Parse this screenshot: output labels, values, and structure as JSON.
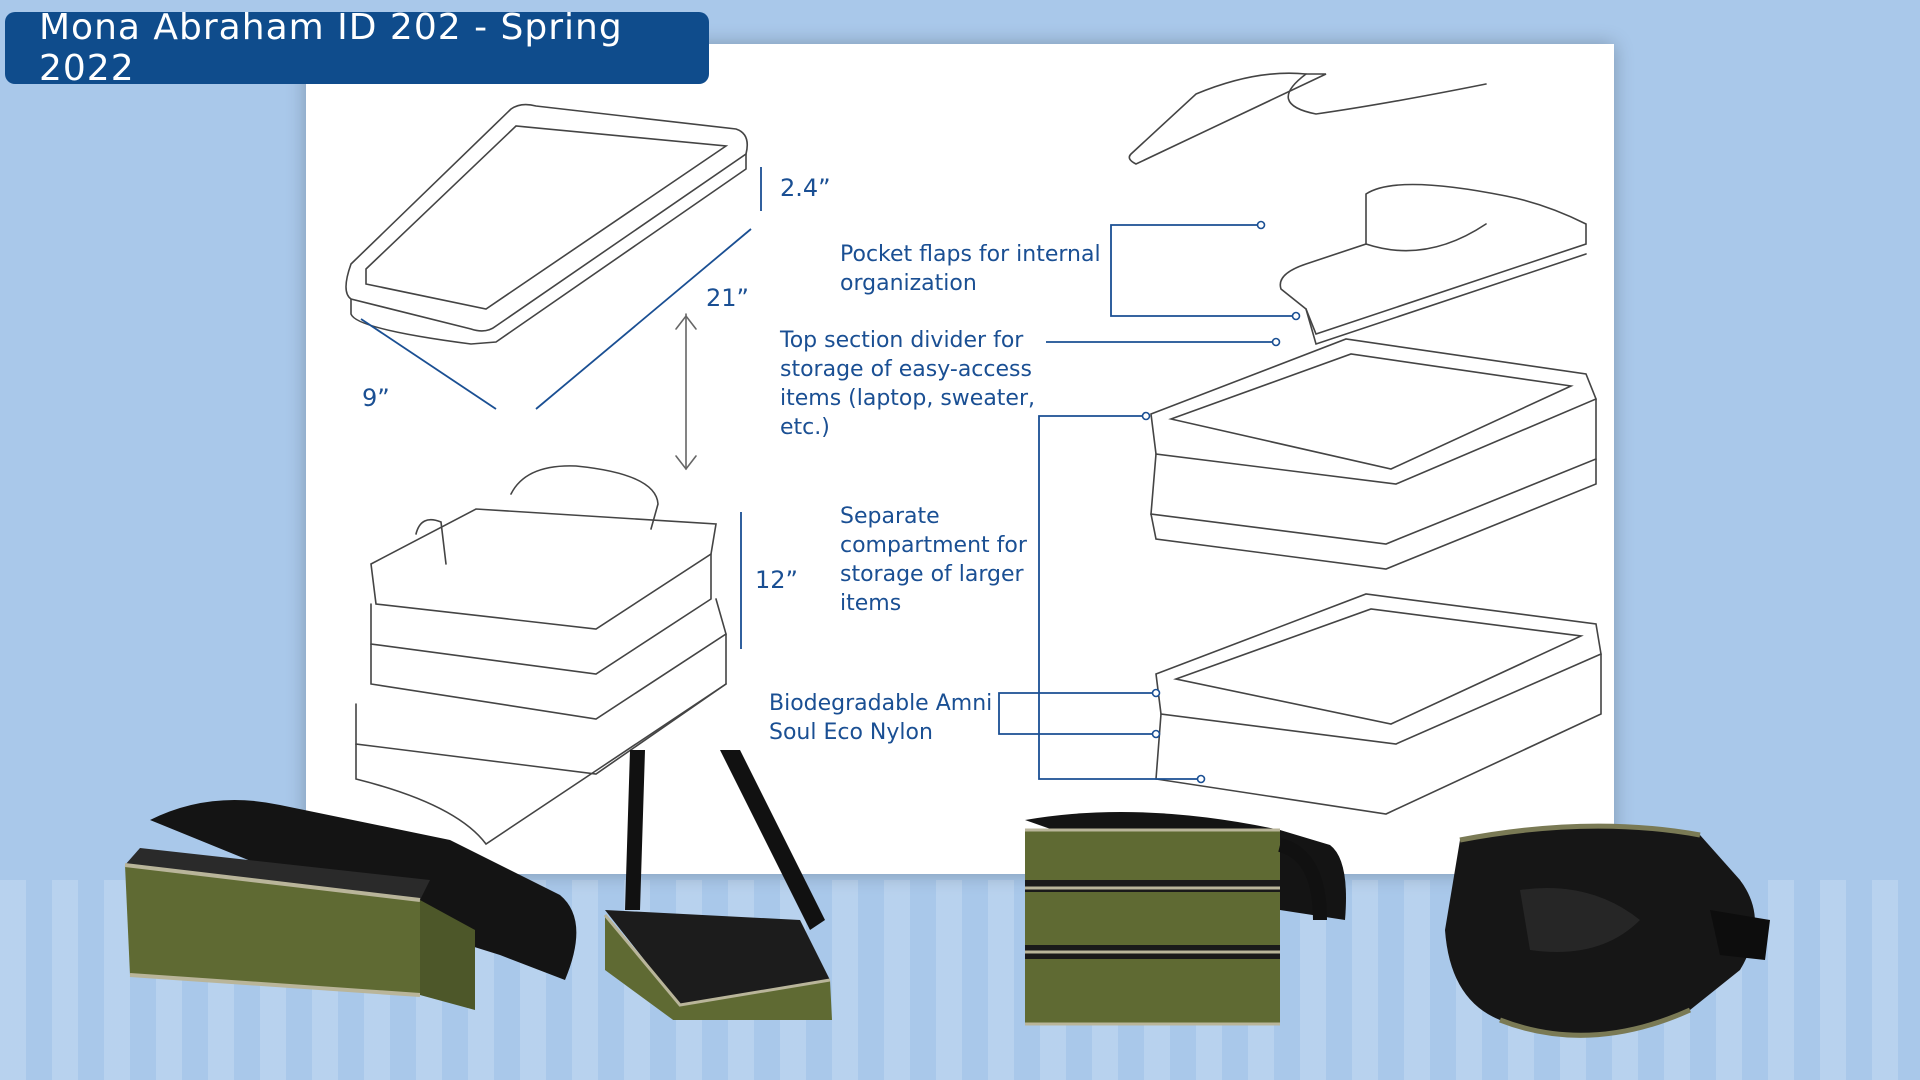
{
  "header": {
    "title": "Mona Abraham ID 202 - Spring 2022"
  },
  "dimensions": {
    "height_top": "2.4”",
    "length": "21”",
    "width": "9”",
    "height_full": "12”"
  },
  "annotations": {
    "pocket_flaps": [
      "Pocket flaps for internal",
      "organization"
    ],
    "top_divider": [
      "Top section divider for",
      "storage of easy-access",
      "items (laptop, sweater,",
      "etc.)"
    ],
    "separate_compartment": [
      "Separate",
      "compartment for",
      "storage of larger",
      "items"
    ],
    "material": [
      "Biodegradable Amni",
      "Soul Eco Nylon"
    ]
  },
  "colors": {
    "header_bg": "#0f4c8c",
    "page_bg": "#a9c8ea",
    "annotation": "#1a4f93",
    "fabric_olive": "#5f6a33"
  }
}
